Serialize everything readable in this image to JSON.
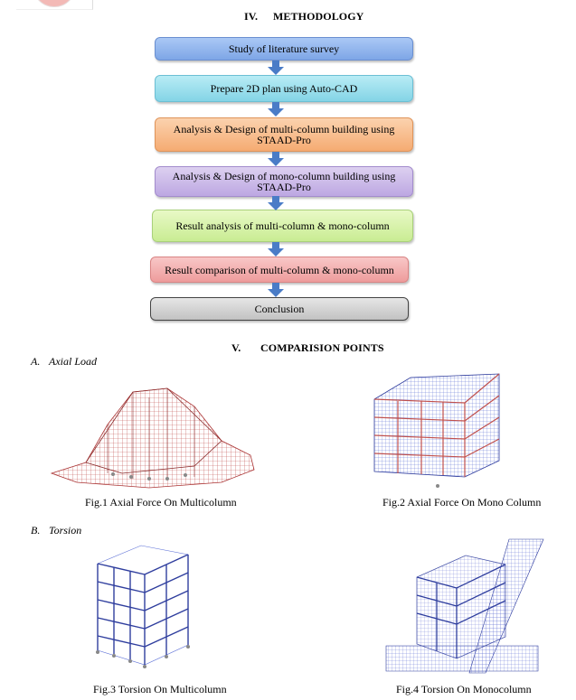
{
  "methodology": {
    "number": "IV.",
    "title": "METHODOLOGY",
    "steps": [
      {
        "label": "Study of literature survey",
        "bg_top": "#aac8f5",
        "bg_bottom": "#7ea6e6",
        "border": "#6a8fd0"
      },
      {
        "label": "Prepare 2D plan using Auto-CAD",
        "bg_top": "#b8ecf5",
        "bg_bottom": "#84d4e6",
        "border": "#6cbfd4"
      },
      {
        "label": "Analysis & Design of multi-column building using STAAD-Pro",
        "bg_top": "#fbd2ae",
        "bg_bottom": "#f5ab72",
        "border": "#e0945a"
      },
      {
        "label": "Analysis & Design of mono-column building using STAAD-Pro",
        "bg_top": "#ddd0f0",
        "bg_bottom": "#bda7e2",
        "border": "#a38ccd"
      },
      {
        "label": "Result analysis of multi-column & mono-column",
        "bg_top": "#e8f9c6",
        "bg_bottom": "#c9ec93",
        "border": "#a9d17a"
      },
      {
        "label": "Result comparison of multi-column & mono-column",
        "bg_top": "#f8c7c7",
        "bg_bottom": "#ee9c9c",
        "border": "#d98484"
      },
      {
        "label": "Conclusion",
        "bg_top": "#e6e6e6",
        "bg_bottom": "#c2c2c2",
        "border": "#444444"
      }
    ],
    "arrow_color": "#4a7cc7"
  },
  "comparison": {
    "number": "V.",
    "title": "COMPARISION POINTS",
    "subsections": [
      {
        "letter": "A.",
        "title": "Axial Load"
      },
      {
        "letter": "B.",
        "title": "Torsion"
      }
    ],
    "figures": [
      {
        "caption": "Fig.1 Axial Force On Multicolumn",
        "icon": "staad-3d-frame-red"
      },
      {
        "caption": "Fig.2 Axial Force On Mono Column",
        "icon": "staad-3d-frame-blue-red"
      },
      {
        "caption": "Fig.3 Torsion On Multicolumn",
        "icon": "staad-3d-frame-blue"
      },
      {
        "caption": "Fig.4 Torsion On Monocolumn",
        "icon": "staad-3d-frame-blue"
      }
    ]
  }
}
